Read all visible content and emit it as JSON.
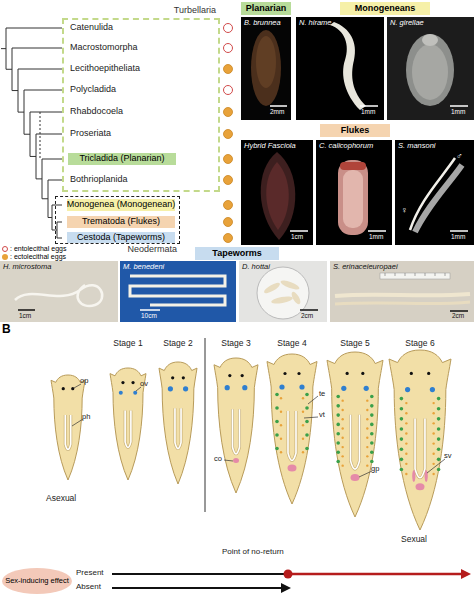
{
  "diagram": {
    "nodes": [
      {
        "text": [
          "Turbellaria"
        ]
      },
      {
        "text": [
          "Tricladida (Planarian)"
        ],
        "in": 0
      },
      {
        "text": [
          "Planarian"
        ]
      },
      {
        "text": [
          "Monogeneans"
        ]
      },
      {
        "text": [
          "Flukes"
        ]
      },
      {
        "text": [
          "Neodermata"
        ]
      },
      {
        "text": [
          "Monogenea (Monogenean)"
        ],
        "in": 5
      },
      {
        "text": [
          "Trematoda (Flukes)"
        ],
        "in": 5
      },
      {
        "text": [
          "Cestoda (Tapeworms)"
        ],
        "in": 5
      },
      {
        "text": [
          "Tapeworms"
        ]
      },
      {
        "text": [
          "Sex-inducing effect"
        ]
      }
    ],
    "labels": [
      "Catenulida",
      "Macrostomorpha",
      "Lecithoepitheliata",
      "Polycladida",
      "Rhabdocoela",
      "Proseriata",
      "Bothrioplanida",
      "B. brunnea",
      "N. hirame",
      "N. girellae",
      "2mm",
      "1mm",
      "1mm",
      "Hybrid Fasciola",
      "C. calicophorum",
      "S. mansoni",
      "♂",
      "♀",
      "1cm",
      "1mm",
      "1mm",
      "H. microstoma",
      "M. benedeni",
      "D. hottai",
      "S. erinaceieuropaei",
      "1cm",
      "10cm",
      "2cm",
      "2cm",
      "B",
      "Stage 1",
      "Stage 2",
      "Stage 3",
      "Stage 4",
      "Stage 5",
      "Stage 6",
      "op",
      "ph",
      "ov",
      "te",
      "vt",
      "co",
      "gp",
      "sv",
      "Asexual",
      "Sexual",
      "Point of no-return",
      "Present",
      "Absent"
    ],
    "legend": [
      {
        "text": ": entolecithal eggs"
      },
      {
        "text": ": ectolecithal eggs",
        "color": "#e8a23a"
      }
    ]
  }
}
